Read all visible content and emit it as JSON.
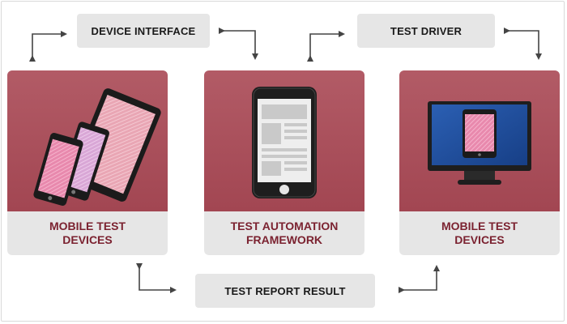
{
  "diagram": {
    "top_boxes": {
      "device_interface": "DEVICE INTERFACE",
      "test_driver": "TEST DRIVER"
    },
    "bottom_box": {
      "test_report_result": "TEST REPORT RESULT"
    },
    "cards": [
      {
        "label": "MOBILE TEST\nDEVICES",
        "icon": "mobile-devices-icon"
      },
      {
        "label": "TEST AUTOMATION\nFRAMEWORK",
        "icon": "smartphone-icon"
      },
      {
        "label": "MOBILE TEST\nDEVICES",
        "icon": "desktop-monitor-icon"
      }
    ],
    "colors": {
      "card_top": "#a84c58",
      "card_label_text": "#7b2230",
      "box_bg": "#e6e6e6"
    }
  }
}
